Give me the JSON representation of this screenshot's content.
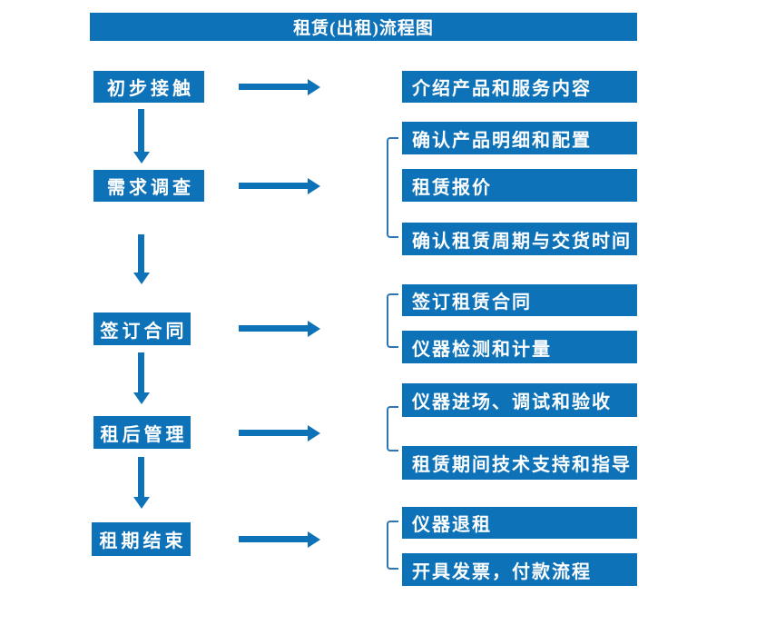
{
  "title": "租赁(出租)流程图",
  "colors": {
    "primary_blue": "#0e72b8",
    "connector_blue": "#2e75b6",
    "text_white": "#ffffff",
    "background": "#ffffff"
  },
  "flow": {
    "stages": [
      {
        "label": "初步接触",
        "details": [
          "介绍产品和服务内容"
        ]
      },
      {
        "label": "需求调查",
        "details": [
          "确认产品明细和配置",
          "租赁报价",
          "确认租赁周期与交货时间"
        ]
      },
      {
        "label": "签订合同",
        "details": [
          "签订租赁合同",
          "仪器检测和计量"
        ]
      },
      {
        "label": "租后管理",
        "details": [
          "仪器进场、调试和验收",
          "租赁期间技术支持和指导"
        ]
      },
      {
        "label": "租期结束",
        "details": [
          "仪器退租",
          "开具发票，付款流程"
        ]
      }
    ]
  }
}
